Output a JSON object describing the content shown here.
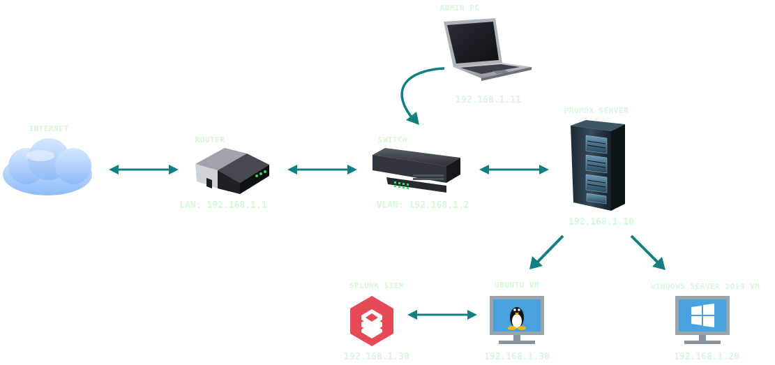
{
  "nodes": {
    "internet": {
      "title": "INTERNET"
    },
    "router": {
      "title": "ROUTER",
      "ip": "LAN: 192.168.1.1"
    },
    "switch": {
      "title": "SWITCH",
      "ip": "VLAN: 192.168.1.2"
    },
    "admin_pc": {
      "title": "ADMIN PC",
      "ip": "192.168.1.11"
    },
    "proxmox": {
      "title": "PROMOX SERVER",
      "ip": "192.168.1.10"
    },
    "splunk": {
      "title": "SPLUNK SIEM",
      "ip": "192.168.1.30"
    },
    "ubuntu": {
      "title": "UBUNTU VM",
      "ip": "192.168.1.30"
    },
    "windows": {
      "title": "WINDOWS SERVER 2019 VM",
      "ip": "192.168.1.20"
    }
  },
  "colors": {
    "arrow": "#127f83",
    "label": "#d8f7dd",
    "cloud": "#a9ccfb",
    "splunk": "#e54a55",
    "monitor": "#9aa6ae",
    "screen": "#48a2e0"
  },
  "icons": {
    "internet": "cloud-icon",
    "router": "router-icon",
    "switch": "switch-icon",
    "admin_pc": "laptop-icon",
    "proxmox": "server-rack-icon",
    "splunk": "splunk-icon",
    "ubuntu": "linux-monitor-icon",
    "windows": "windows-monitor-icon"
  }
}
